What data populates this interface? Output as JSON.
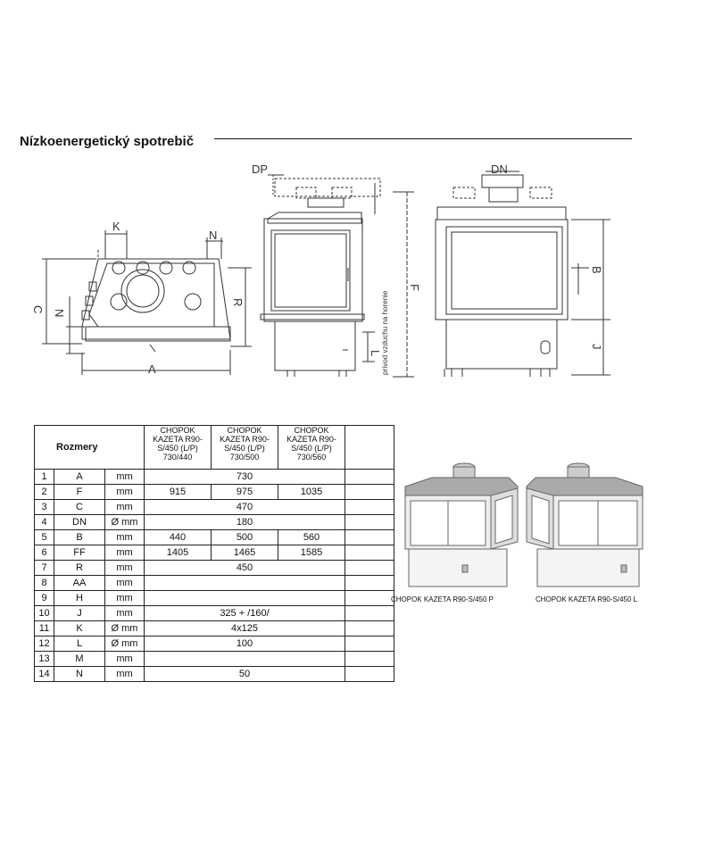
{
  "heading": "Nízkoenergetický spotrebič",
  "drawing_labels": {
    "K": "K",
    "N": "N",
    "C": "C",
    "N2": "N",
    "R": "R",
    "A": "A",
    "DP": "DP",
    "L": "L",
    "F": "F",
    "air_inlet": "prívod vzduchu na horenie",
    "DN": "DN",
    "B": "B",
    "J": "J"
  },
  "table": {
    "header_label": "Rozmery",
    "columns": [
      "CHOPOK KAZETA R90- S/450 (L/P) 730/440",
      "CHOPOK KAZETA R90- S/450 (L/P) 730/500",
      "CHOPOK KAZETA R90- S/450 (L/P) 730/560"
    ],
    "column_lines": [
      [
        "CHOPOK",
        "KAZETA R90-",
        "S/450 (L/P)",
        "730/440"
      ],
      [
        "CHOPOK",
        "KAZETA R90-",
        "S/450 (L/P)",
        "730/500"
      ],
      [
        "CHOPOK",
        "KAZETA R90-",
        "S/450 (L/P)",
        "730/560"
      ]
    ],
    "rows": [
      {
        "num": "1",
        "sym": "A",
        "unit": "mm",
        "span": "730"
      },
      {
        "num": "2",
        "sym": "F",
        "unit": "mm",
        "values": [
          "915",
          "975",
          "1035"
        ]
      },
      {
        "num": "3",
        "sym": "C",
        "unit": "mm",
        "span": "470"
      },
      {
        "num": "4",
        "sym": "DN",
        "unit": "Ø mm",
        "span": "180"
      },
      {
        "num": "5",
        "sym": "B",
        "unit": "mm",
        "values": [
          "440",
          "500",
          "560"
        ]
      },
      {
        "num": "6",
        "sym": "FF",
        "unit": "mm",
        "values": [
          "1405",
          "1465",
          "1585"
        ]
      },
      {
        "num": "7",
        "sym": "R",
        "unit": "mm",
        "span": "450"
      },
      {
        "num": "8",
        "sym": "AA",
        "unit": "mm",
        "span": ""
      },
      {
        "num": "9",
        "sym": "H",
        "unit": "mm",
        "span": ""
      },
      {
        "num": "10",
        "sym": "J",
        "unit": "mm",
        "span": "325 + /160/"
      },
      {
        "num": "11",
        "sym": "K",
        "unit": "Ø mm",
        "span": "4x125"
      },
      {
        "num": "12",
        "sym": "L",
        "unit": "Ø mm",
        "span": "100"
      },
      {
        "num": "13",
        "sym": "M",
        "unit": "mm",
        "span": ""
      },
      {
        "num": "14",
        "sym": "N",
        "unit": "mm",
        "span": "50"
      }
    ]
  },
  "captions": {
    "right_variant": "CHOPOK KAZETA R90-S/450 P",
    "left_variant": "CHOPOK KAZETA R90-S/450 L"
  }
}
